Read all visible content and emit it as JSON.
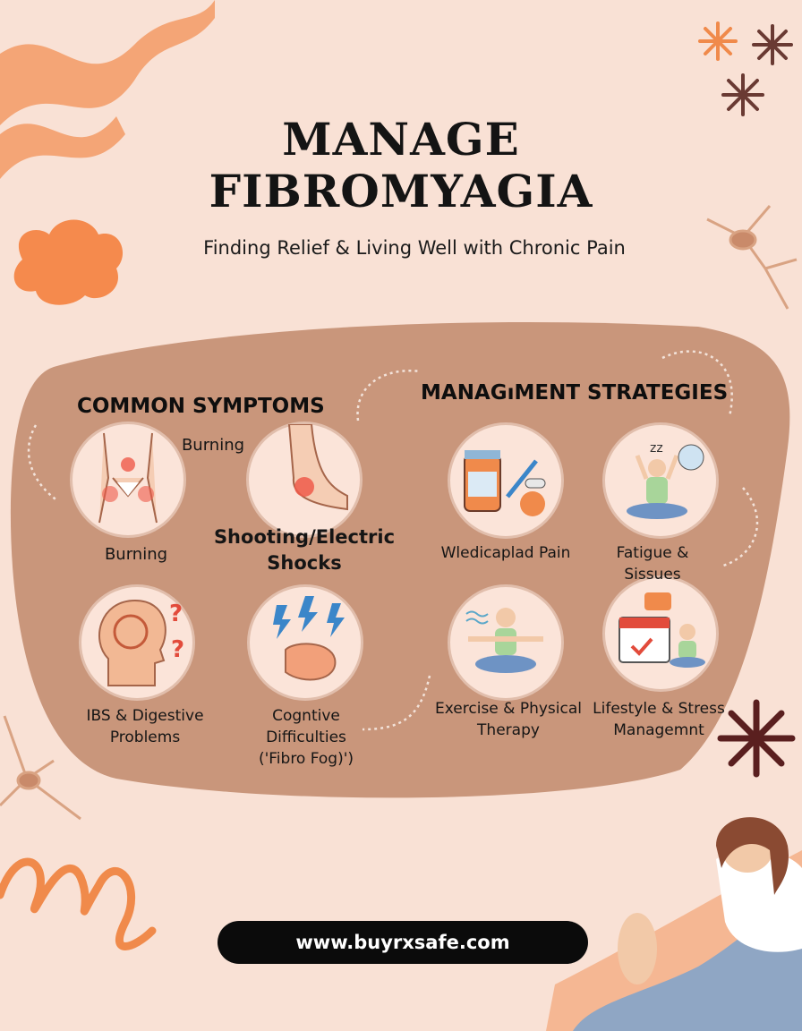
{
  "header": {
    "title_line1": "MANAGE",
    "title_line2": "FIBROMYAGIA",
    "subtitle": "Finding Relief & Living Well with Chronic Pain"
  },
  "symptoms": {
    "heading": "COMMON SYMPTOMS",
    "items": [
      {
        "label": "Burning",
        "icon": "body-pain-points-icon"
      },
      {
        "label": "Burning",
        "icon": "foot-pain-icon"
      },
      {
        "label": "Shooting/Electric Shocks"
      },
      {
        "label": "IBS & Digestive Problems",
        "icon": "head-confusion-icon"
      },
      {
        "label": "Cogntive Difficulties ('Fibro Fog)')",
        "icon": "stomach-lightning-icon"
      }
    ]
  },
  "strategies": {
    "heading": "MANAGıMENT STRATEGIES",
    "items": [
      {
        "label": "Wledicaplad Pain",
        "icon": "medication-icon"
      },
      {
        "label": "Fatigue & Sissues",
        "icon": "sleep-stretch-icon"
      },
      {
        "label": "Exercise & Physical Therapy",
        "icon": "yoga-icon"
      },
      {
        "label": "Lifestyle & Stress Managemnt",
        "icon": "calendar-person-icon"
      }
    ]
  },
  "footer": {
    "url": "www.buyrxsafe.com"
  },
  "colors": {
    "background": "#f9e1d5",
    "blob": "#c9967b",
    "accent": "#f08a4b",
    "dark_star": "#5a1f1f"
  }
}
